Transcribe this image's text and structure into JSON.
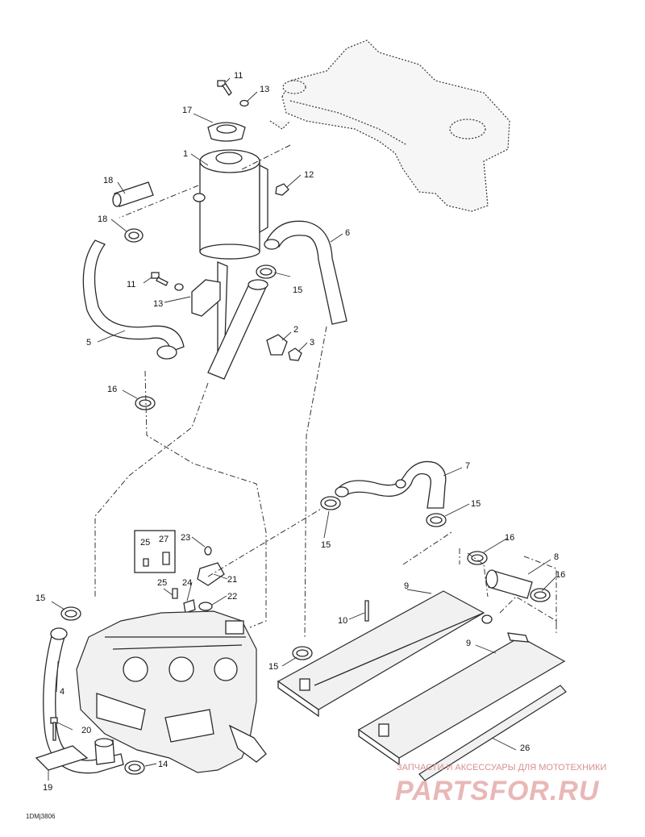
{
  "diagram": {
    "callouts": {
      "c1": "1",
      "c2": "2",
      "c3": "3",
      "c4": "4",
      "c5": "5",
      "c6": "6",
      "c7": "7",
      "c8": "8",
      "c9a": "9",
      "c9b": "9",
      "c10": "10",
      "c11a": "11",
      "c11b": "11",
      "c12": "12",
      "c13a": "13",
      "c13b": "13",
      "c14": "14",
      "c15a": "15",
      "c15b": "15",
      "c15c": "15",
      "c15d": "15",
      "c15e": "15",
      "c16a": "16",
      "c16b": "16",
      "c16c": "16",
      "c17": "17",
      "c18a": "18",
      "c18b": "18",
      "c19": "19",
      "c20": "20",
      "c21": "21",
      "c22": "22",
      "c23": "23",
      "c24": "24",
      "c25a": "25",
      "c25b": "25",
      "c26": "26",
      "c27": "27"
    },
    "drawing_code": "1DMj3806"
  },
  "watermark": {
    "caption": "ЗАПЧАСТИ И АКСЕССУАРЫ ДЛЯ МОТОТЕХНИКИ",
    "logo": "PARTSFOR.RU"
  }
}
